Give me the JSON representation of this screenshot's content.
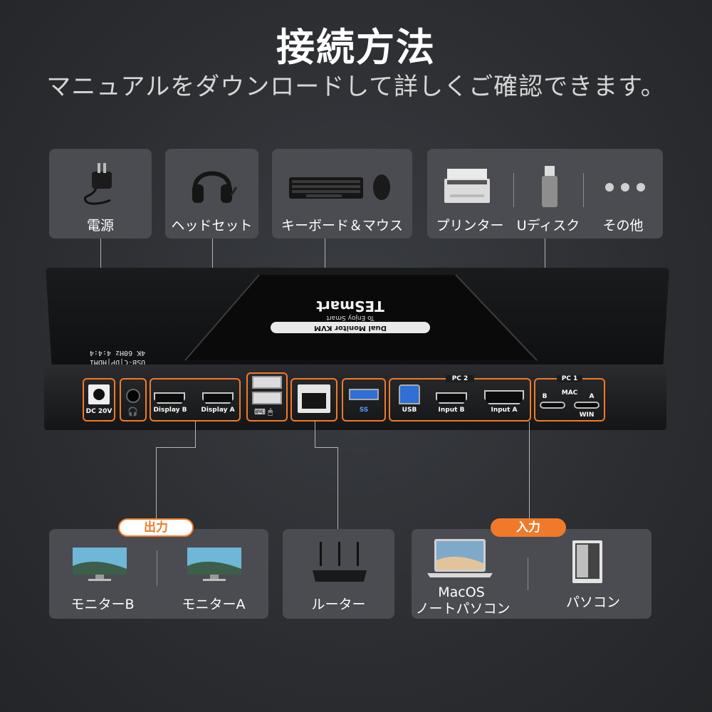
{
  "header": {
    "title": "接続方法",
    "subtitle": "マニュアルをダウンロードして詳しくご確認できます。"
  },
  "top_cards": [
    {
      "label": "電源",
      "icon": "power-adapter-icon"
    },
    {
      "label": "ヘッドセット",
      "icon": "headset-icon"
    },
    {
      "label": "キーボード＆マウス",
      "icon": "keyboard-mouse-icon"
    },
    {
      "items": [
        {
          "label": "プリンター",
          "icon": "printer-icon"
        },
        {
          "label": "Uディスク",
          "icon": "usb-drive-icon"
        },
        {
          "label": "その他",
          "icon": "more-icon"
        }
      ]
    }
  ],
  "device": {
    "brand": "TESmart",
    "tagline": "To Enjoy Smart",
    "model": "Dual Monitor KVM",
    "spec1": "USB-C|DP|HDMI",
    "spec2": "4K 60Hz 4:4:4",
    "ports": {
      "dc": "DC 20V",
      "display_b": "Display B",
      "display_a": "Display A",
      "usb3": "SS",
      "pc2": "PC 2",
      "usb": "USB",
      "input_b": "Input B",
      "input_a": "Input A",
      "pc1": "PC 1",
      "mac": "MAC",
      "b": "B",
      "a": "A",
      "win": "WIN"
    }
  },
  "bottom": {
    "output_tag": "出力",
    "input_tag": "入力",
    "monitors": [
      {
        "label": "モニターB",
        "icon": "monitor-icon"
      },
      {
        "label": "モニターA",
        "icon": "monitor-icon"
      }
    ],
    "router": {
      "label": "ルーター",
      "icon": "router-icon"
    },
    "computers": [
      {
        "label_line1": "MacOS",
        "label_line2": "ノートパソコン",
        "icon": "laptop-icon"
      },
      {
        "label": "パソコン",
        "icon": "desktop-tower-icon"
      }
    ]
  },
  "colors": {
    "accent": "#f07a2a",
    "card": "#4a4c51",
    "background": "#2b2d31"
  }
}
